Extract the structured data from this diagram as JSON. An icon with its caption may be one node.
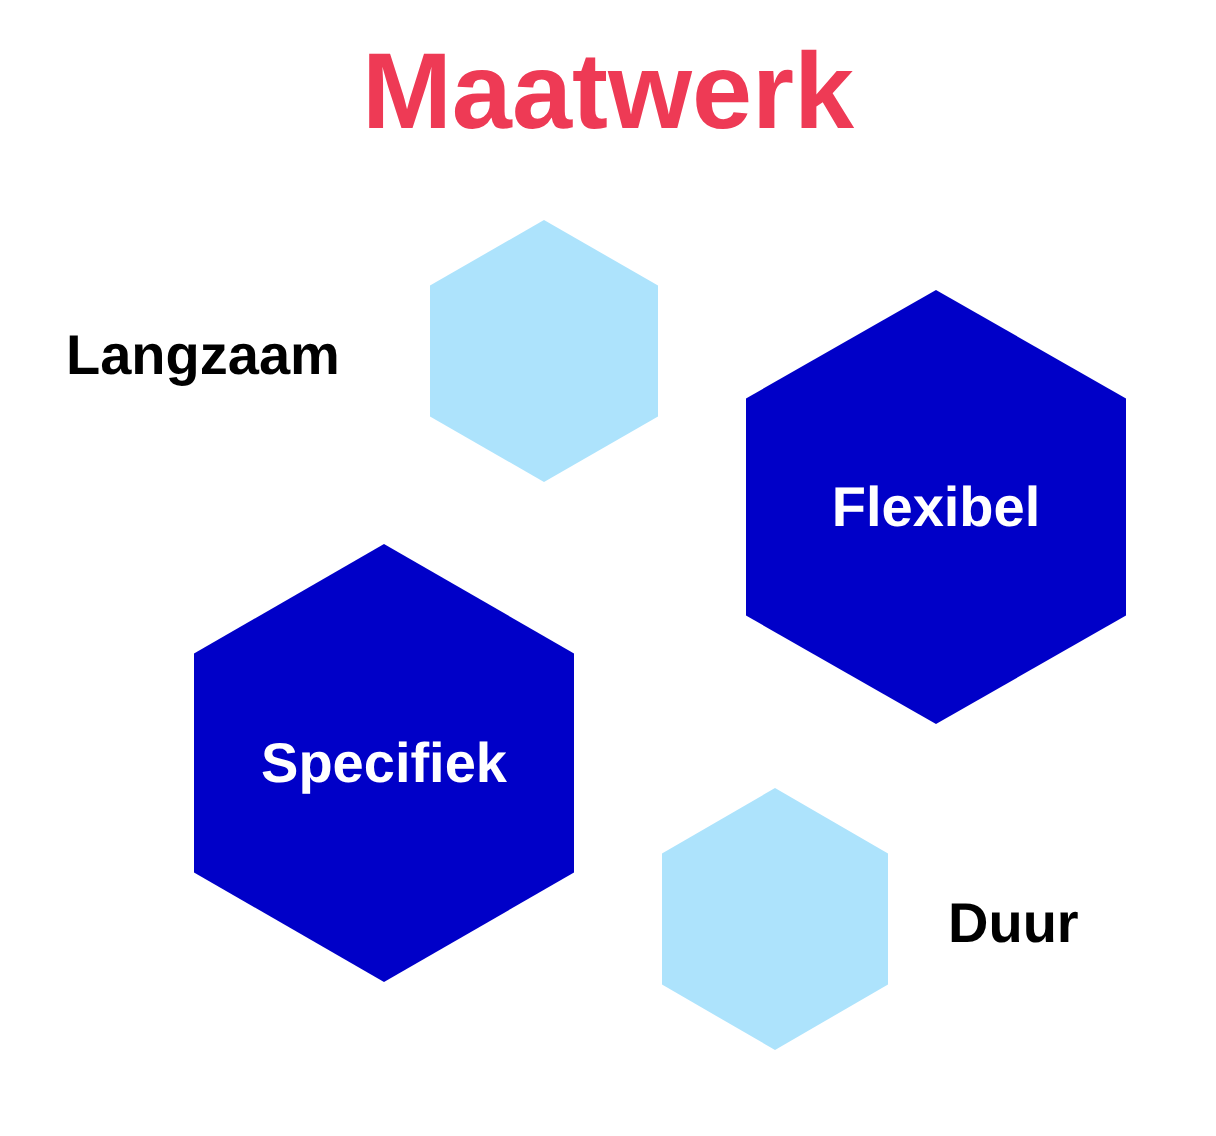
{
  "diagram": {
    "title": "Maatwerk",
    "nodes": [
      {
        "text": [],
        "shape": "hexagon",
        "beside": [
          "Langzaam"
        ]
      },
      {
        "text": [
          "Flexibel"
        ]
      },
      {
        "text": [
          "Specifiek"
        ]
      },
      {
        "text": [],
        "shape": "hexagon",
        "beside": [
          "Duur"
        ]
      }
    ]
  }
}
